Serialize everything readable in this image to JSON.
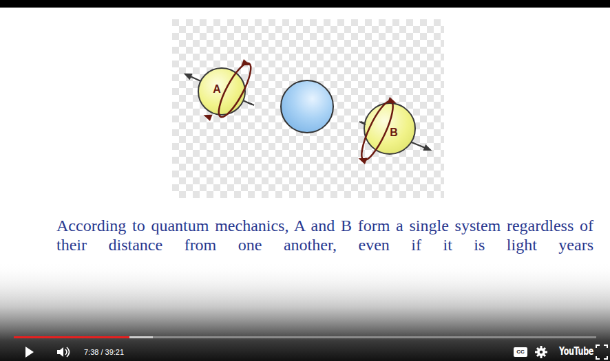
{
  "diagram": {
    "caption": "According to quantum mechanics, A and B form a single system regardless of their distance from one another, even if it is light years",
    "nodes": [
      {
        "text": [
          "A"
        ]
      },
      {
        "text": [
          "B"
        ]
      }
    ],
    "labels": [
      "7:38 / 39:21",
      "CC",
      "YouTube"
    ]
  }
}
